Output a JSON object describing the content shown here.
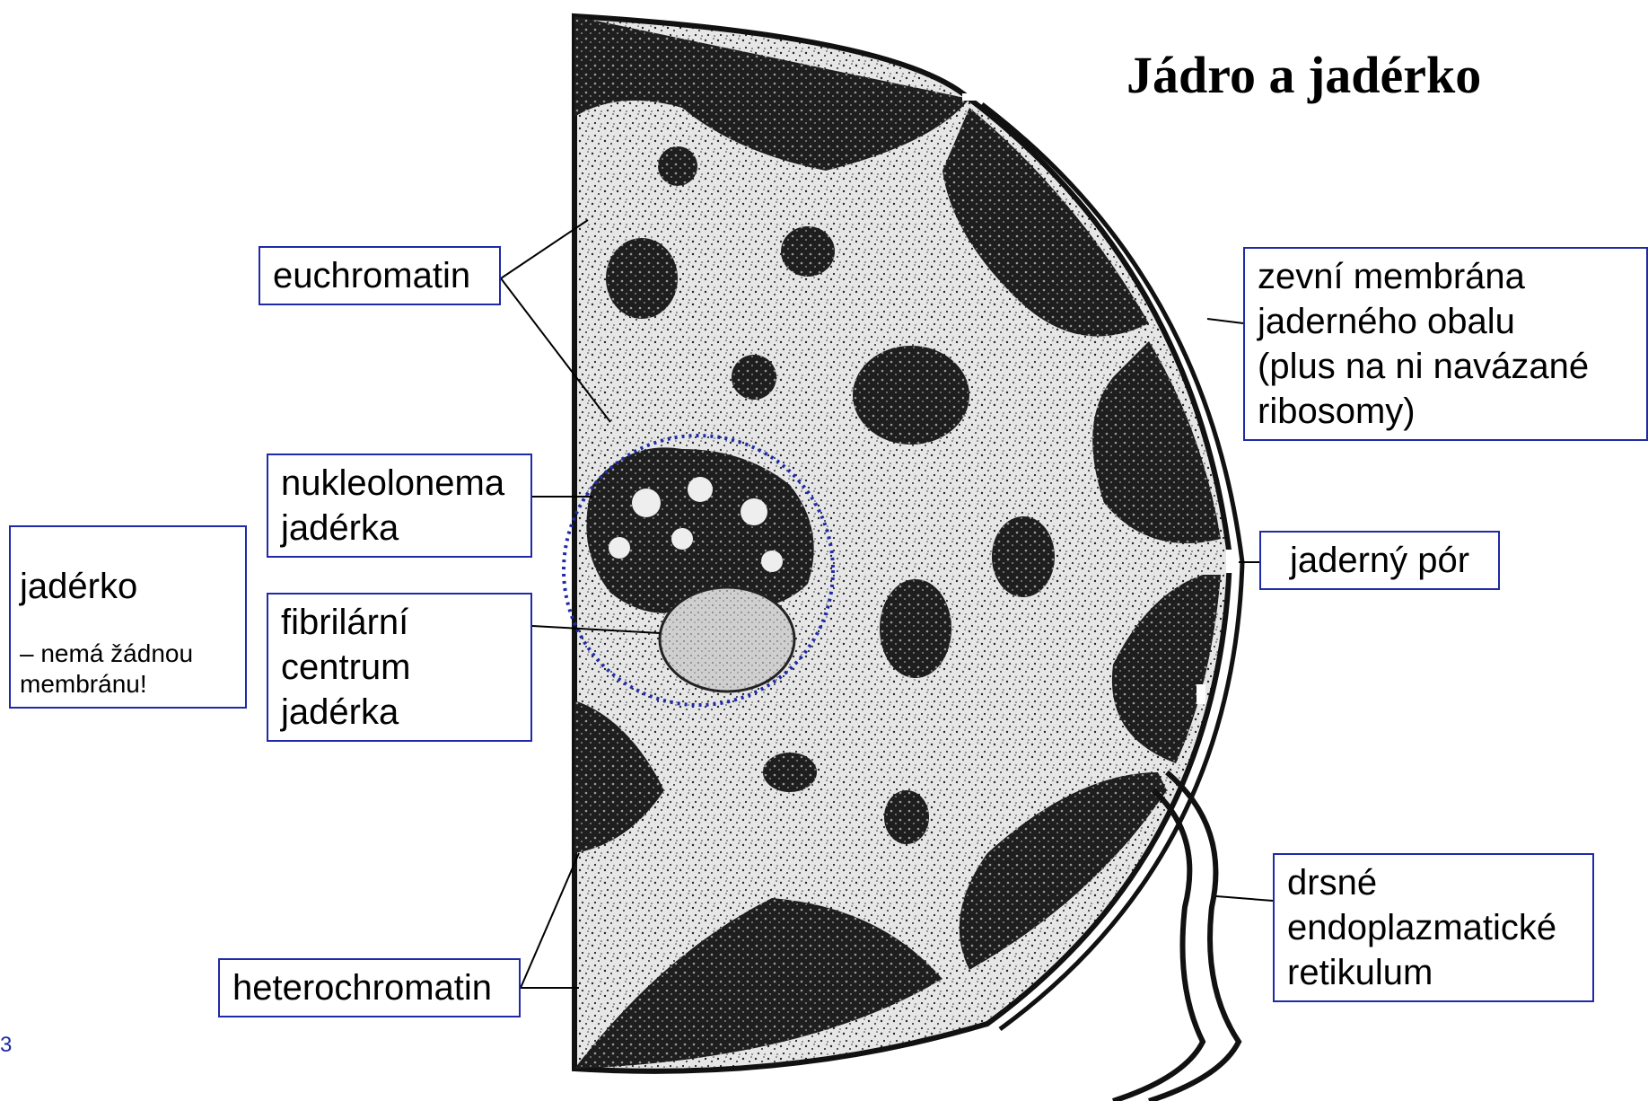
{
  "title": "Jádro a jadérko",
  "slide_number": "3",
  "labels": {
    "euchromatin": "euchromatin",
    "nukleolonema": "nukleolonema\njadérka",
    "fibrilarni": "fibrilární\ncentrum\njadérka",
    "jaderko_title": "jadérko",
    "jaderko_note": "– nemá žádnou\nmembránu!",
    "heterochromatin": "heterochromatin",
    "zevni_membrana": "zevní membrána\njaderného obalu\n(plus na ni navázané\nribosomy)",
    "jaderny_por": "jaderný pór",
    "drsne_er": "drsné\nendoplazmatické\nretikulum"
  },
  "colors": {
    "label_border": "#1f2aa8",
    "nucleolus_outline": "#1f2aa8",
    "chromatin_dark": "#1a1a1a",
    "euchromatin_light": "#dcdcdc"
  }
}
